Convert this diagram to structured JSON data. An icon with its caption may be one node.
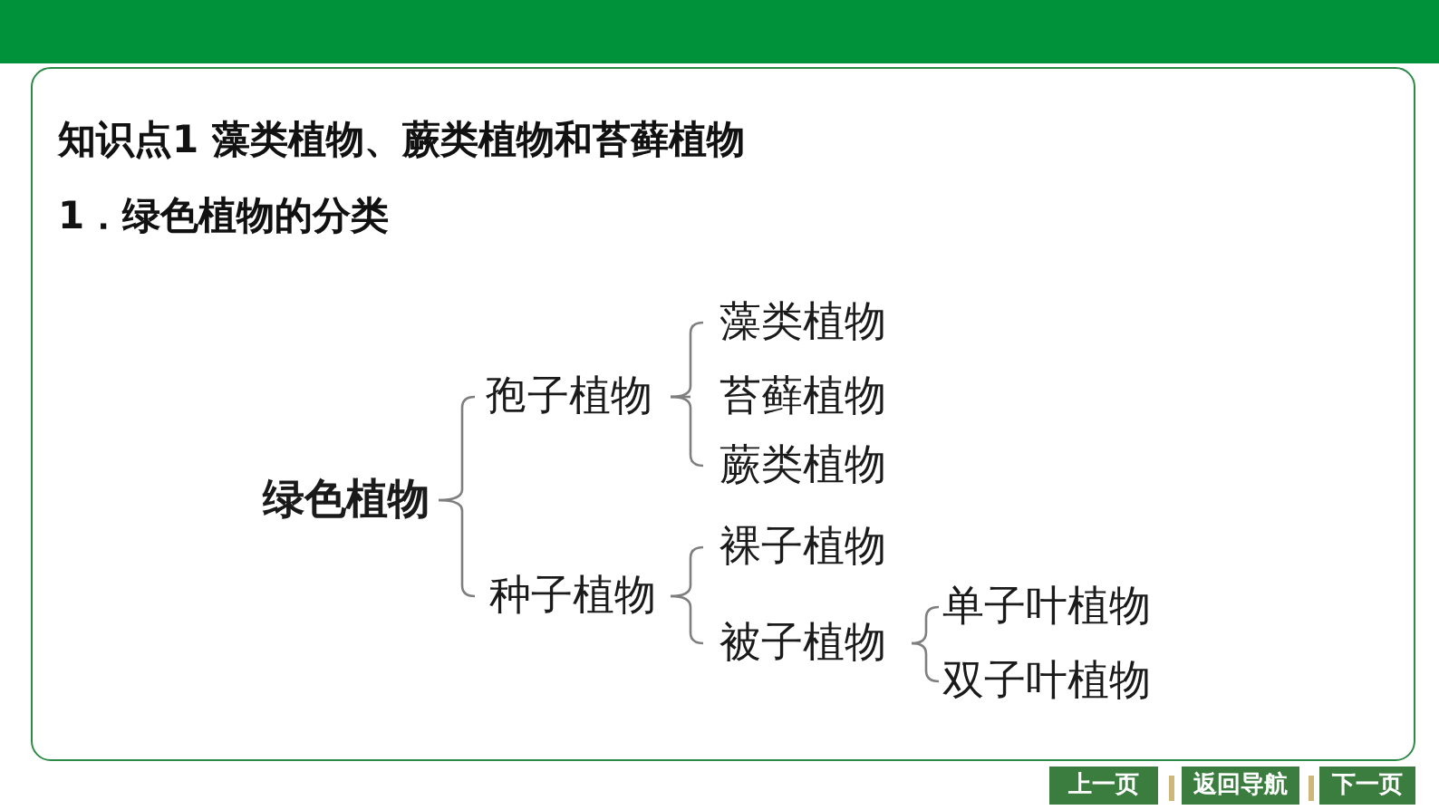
{
  "diagram": {
    "title": "知识点1 藻类植物、蕨类植物和苔藓植物",
    "nodes": [
      {
        "text": [
          "绿色植物"
        ]
      },
      {
        "text": [
          "孢子植物"
        ]
      },
      {
        "text": [
          "藻类植物"
        ]
      },
      {
        "text": [
          "苔藓植物"
        ]
      },
      {
        "text": [
          "蕨类植物"
        ]
      },
      {
        "text": [
          "种子植物"
        ]
      },
      {
        "text": [
          "裸子植物"
        ]
      },
      {
        "text": [
          "被子植物"
        ]
      },
      {
        "text": [
          "单子叶植物"
        ]
      },
      {
        "text": [
          "双子叶植物"
        ]
      },
      {
        "text": [
          "上一页"
        ]
      },
      {
        "text": [
          "返回导航"
        ]
      },
      {
        "text": [
          "下一页"
        ]
      }
    ],
    "edges": [
      {
        "from": 0,
        "to": 1,
        "arrow": "none"
      },
      {
        "from": 0,
        "to": 5,
        "arrow": "none"
      },
      {
        "from": 1,
        "to": 2,
        "arrow": "none"
      },
      {
        "from": 1,
        "to": 3,
        "arrow": "none"
      },
      {
        "from": 1,
        "to": 4,
        "arrow": "none"
      },
      {
        "from": 5,
        "to": 6,
        "arrow": "none"
      },
      {
        "from": 5,
        "to": 7,
        "arrow": "none"
      },
      {
        "from": 7,
        "to": 8,
        "arrow": "none"
      },
      {
        "from": 7,
        "to": 9,
        "arrow": "none"
      }
    ],
    "labels": [
      "1．绿色植物的分类"
    ]
  }
}
